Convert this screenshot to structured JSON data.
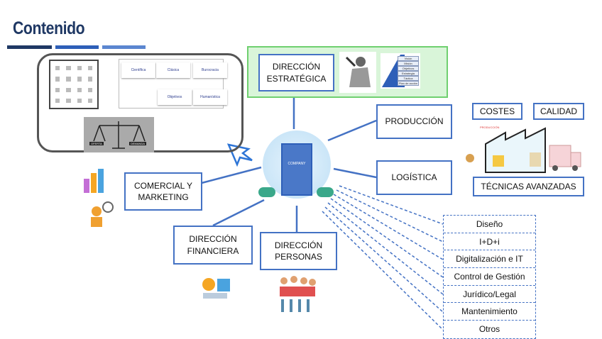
{
  "title": "Contenido",
  "colors": {
    "title": "#1F3864",
    "box_border": "#4472C4",
    "strategy_bg": "#D9F5D9",
    "strategy_border": "#6FD06F"
  },
  "thumbnails": {
    "flow": [
      "Científica",
      "Clásica",
      "Burocracia",
      "Humanística",
      "Objetivos"
    ],
    "scale": [
      "OFERTA",
      "DEMANDA"
    ],
    "pyramid": [
      "Visión",
      "Misión",
      "Objetivos",
      "Estrategia",
      "Táctica",
      "Plan de acción"
    ],
    "factory": "PRODUCCIÓN",
    "building": "COMPANY"
  },
  "nodes": {
    "estrategica": "DIRECCIÓN ESTRATÉGICA",
    "produccion": "PRODUCCIÓN",
    "logistica": "LOGÍSTICA",
    "comercial": "COMERCIAL Y MARKETING",
    "financiera": "DIRECCIÓN FINANCIERA",
    "personas": "DIRECCIÓN PERSONAS",
    "costes": "COSTES",
    "calidad": "CALIDAD",
    "tecnicas": "TÉCNICAS AVANZADAS"
  },
  "other_areas": [
    "Diseño",
    "I+D+i",
    "Digitalización e IT",
    "Control de Gestión",
    "Jurídico/Legal",
    "Mantenimiento",
    "Otros"
  ]
}
